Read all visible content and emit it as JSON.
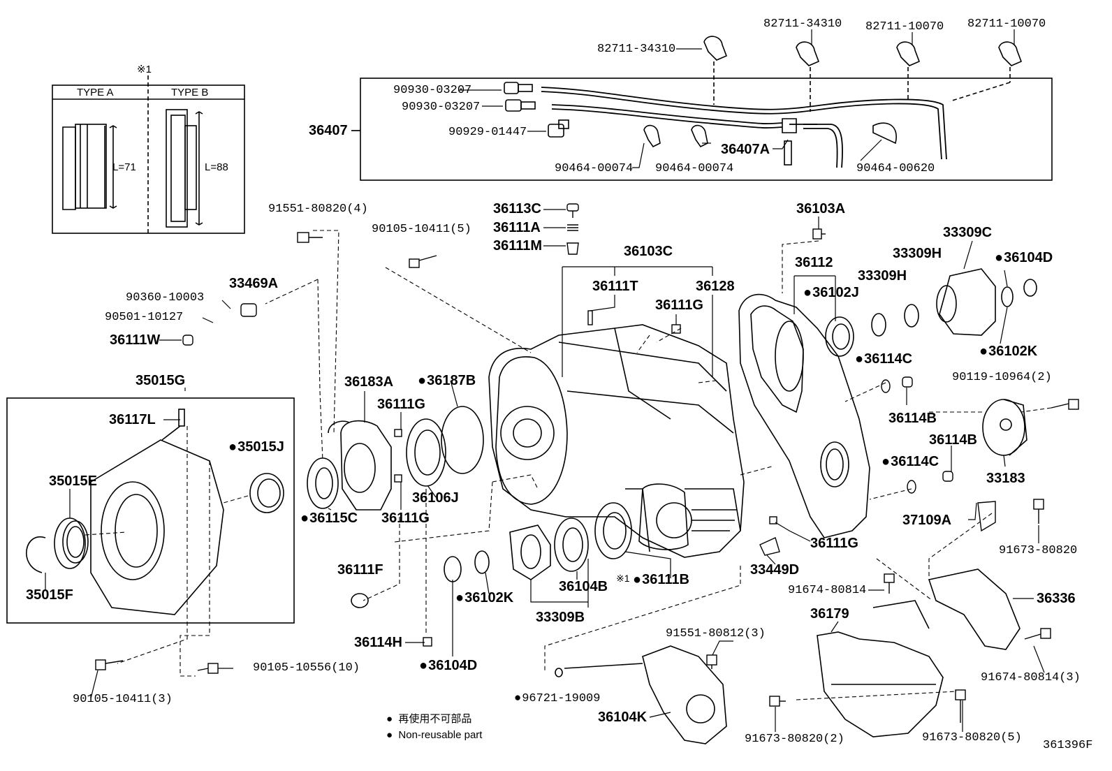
{
  "ref_mark": "※1",
  "type_box": {
    "type_a": "TYPE A",
    "type_b": "TYPE B",
    "len_a": "L=71",
    "len_b": "L=88"
  },
  "parts": {
    "p82711_34310_a": "82711-34310",
    "p82711_34310_b": "82711-34310",
    "p82711_10070_a": "82711-10070",
    "p82711_10070_b": "82711-10070",
    "p90930_03207_a": "90930-03207",
    "p90930_03207_b": "90930-03207",
    "p90929_01447": "90929-01447",
    "p36407": "36407",
    "p36407A": "36407A",
    "p90464_00074_a": "90464-00074",
    "p90464_00074_b": "90464-00074",
    "p90464_00620": "90464-00620",
    "p91551_80820_4": "91551-80820(4)",
    "p90105_10411_5": "90105-10411(5)",
    "p36113C": "36113C",
    "p36111A": "36111A",
    "p36111M": "36111M",
    "p36103C": "36103C",
    "p36111T": "36111T",
    "p36128": "36128",
    "p36111G_a": "36111G",
    "p36103A": "36103A",
    "p36112": "36112",
    "p36102J": "36102J",
    "p33309H_a": "33309H",
    "p33309H_b": "33309H",
    "p33309C": "33309C",
    "p36104D_a": "36104D",
    "p36102K_a": "36102K",
    "p36114C_a": "36114C",
    "p36114B_a": "36114B",
    "p90119_10964_2": "90119-10964(2)",
    "p36114B_b": "36114B",
    "p36114C_b": "36114C",
    "p33183": "33183",
    "p37109A": "37109A",
    "p91673_80820": "91673-80820",
    "p36111G_e": "36111G",
    "p33449D": "33449D",
    "p90360_10003": "90360-10003",
    "p33469A": "33469A",
    "p90501_10127": "90501-10127",
    "p36111W": "36111W",
    "p35015G": "35015G",
    "p36117L": "36117L",
    "p35015J": "35015J",
    "p35015E": "35015E",
    "p35015F": "35015F",
    "p36183A": "36183A",
    "p36111G_b": "36111G",
    "p36187B": "36187B",
    "p36115C": "36115C",
    "p36111G_c": "36111G",
    "p36106J": "36106J",
    "p36111F": "36111F",
    "p36102K_b": "36102K",
    "p36104B": "36104B",
    "p36111B": "36111B",
    "p33309B": "33309B",
    "p36114H": "36114H",
    "p36104D_b": "36104D",
    "p91674_80814": "91674-80814",
    "p36336": "36336",
    "p36179": "36179",
    "p91551_80812_3": "91551-80812(3)",
    "p91674_80814_3": "91674-80814(3)",
    "p90105_10411_3": "90105-10411(3)",
    "p90105_10556_10": "90105-10556(10)",
    "p96721_19009": "96721-19009",
    "p36104K": "36104K",
    "p91673_80820_2": "91673-80820(2)",
    "p91673_80820_5": "91673-80820(5)"
  },
  "legend": {
    "jp": "再使用不可部品",
    "en": "Non-reusable part"
  },
  "drawing_id": "361396F"
}
